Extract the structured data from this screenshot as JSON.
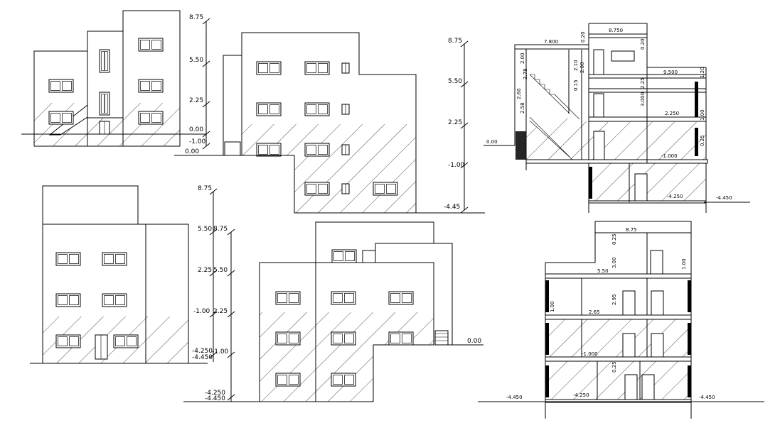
{
  "drawing": {
    "line_color": "#000000",
    "background": "#ffffff",
    "elevation_a": {
      "levels": [
        "8.75",
        "5.50",
        "2.25",
        "0.00",
        "-1.00"
      ],
      "ground_label": "0.00"
    },
    "elevation_b": {
      "levels": [
        "8.75",
        "5.50",
        "2.25",
        "-1.00",
        "-4.45"
      ]
    },
    "section_a": {
      "left_datum": "0.00",
      "right_datum": "-4.450",
      "labels": [
        "8.750",
        "7.800",
        "9.500",
        "2.250",
        "-1.000",
        "-4.250",
        "0.15",
        "2.58",
        "3.78",
        "2.00",
        "3.000",
        "2.25",
        "1.00",
        "0.25",
        "2.60",
        "0.20",
        "2.10",
        "2.00",
        "0.20",
        "1.20"
      ]
    },
    "elevation_c": {
      "levels": [
        "8.75",
        "5.50",
        "2.25",
        "-1.00",
        "-4.250",
        "-4.450"
      ]
    },
    "elevation_d": {
      "levels": [
        "8.75",
        "5.50",
        "2.25",
        "-1.00",
        "-4.250",
        "-4.450"
      ],
      "ground_label": "0.00"
    },
    "section_b": {
      "labels": [
        "8.75",
        "5.50",
        "2.65",
        "-1.000",
        "-4.250",
        "-4.450",
        "-4.450",
        "3.00",
        "0.25",
        "1.00",
        "2.95",
        "1.00",
        "0.25"
      ]
    }
  }
}
